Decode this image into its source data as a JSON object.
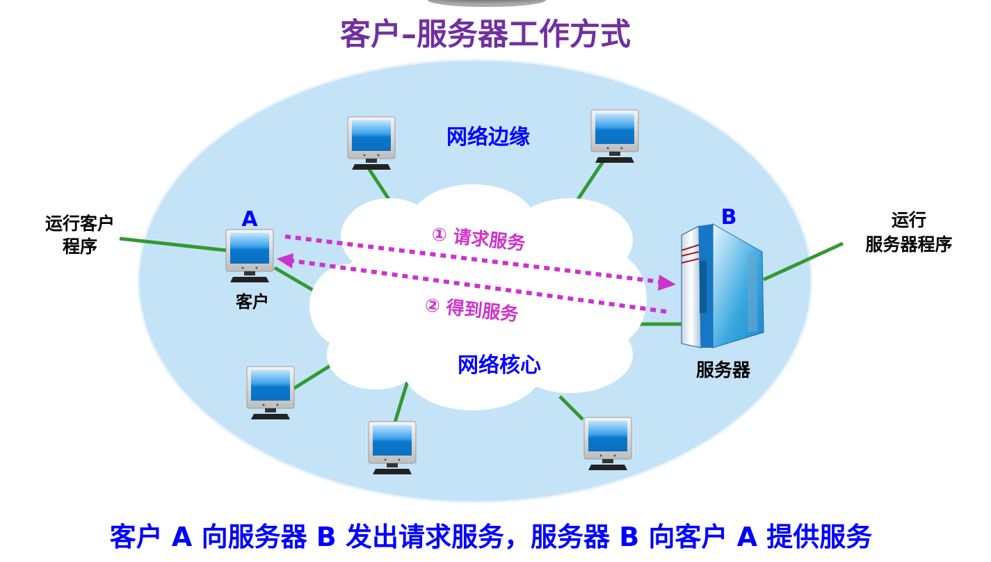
{
  "title": "客户–服务器工作方式",
  "labels": {
    "network_edge": "网络边缘",
    "network_core": "网络核心",
    "client_letter": "A",
    "client_name": "客户",
    "server_letter": "B",
    "server_name": "服务器",
    "client_program_line1": "运行客户",
    "client_program_line2": "程序",
    "server_program_line1": "运行",
    "server_program_line2": "服务器程序",
    "request": "① 请求服务",
    "response": "② 得到服务"
  },
  "caption": "客户 A 向服务器 B 发出请求服务，服务器 B 向客户 A 提供服务",
  "colors": {
    "title": "#7030a0",
    "blue_text": "#0000ff",
    "arrow": "#cc33cc",
    "link": "#339933",
    "ellipse": "#c5e3f7"
  }
}
